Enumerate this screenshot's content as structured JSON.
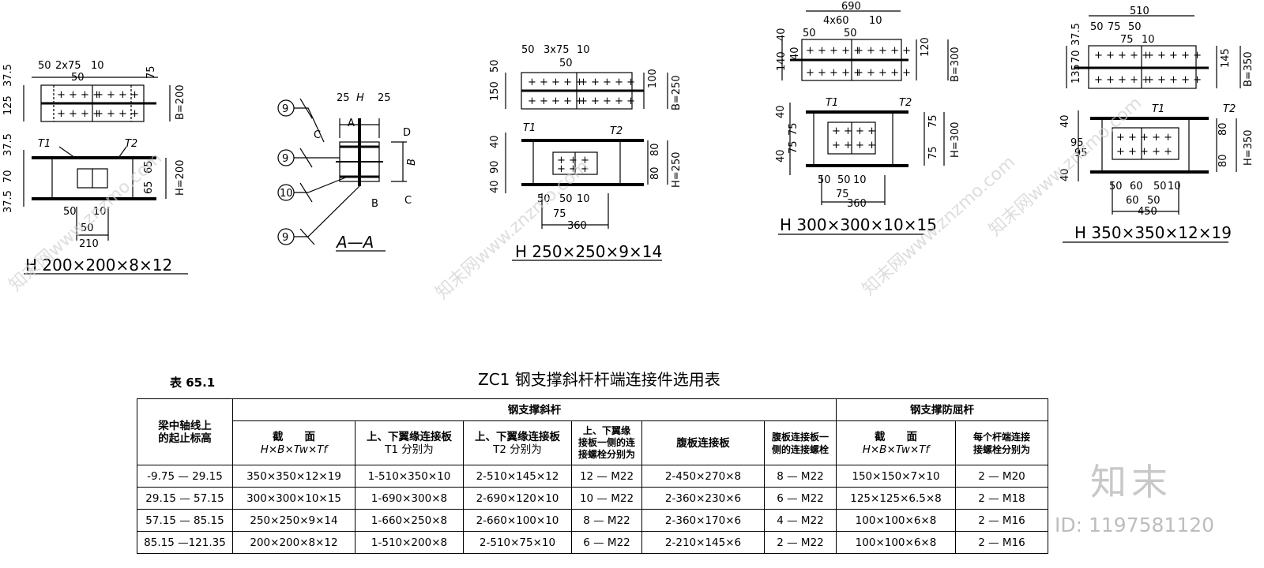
{
  "sections": [
    {
      "caption": "H 200×200×8×12",
      "top_dims": [
        "50",
        "2x75",
        "10",
        "50",
        "75",
        "37.5",
        "125"
      ],
      "top_b": "B=200",
      "bot_dims": [
        "37.5",
        "70",
        "37.5",
        "65",
        "65",
        "50",
        "10",
        "50",
        "210"
      ],
      "bot_h": "H=200",
      "t1": "T1",
      "t2": "T2"
    },
    {
      "caption": "H 250×250×9×14",
      "top_dims": [
        "50",
        "3x75",
        "10",
        "50",
        "50",
        "150",
        "100"
      ],
      "top_b": "B=250",
      "bot_dims": [
        "40",
        "90",
        "40",
        "80",
        "80",
        "50",
        "50",
        "10",
        "75",
        "360"
      ],
      "bot_h": "H=250",
      "t1": "T1",
      "t2": "T2"
    },
    {
      "caption": "H 300×300×10×15",
      "top_dims": [
        "690",
        "4x60",
        "10",
        "50",
        "50",
        "40",
        "40",
        "140",
        "120"
      ],
      "top_b": "B=300",
      "bot_dims": [
        "40",
        "75",
        "40",
        "75",
        "75",
        "75",
        "50",
        "50",
        "10",
        "75",
        "360"
      ],
      "bot_h": "H=300",
      "t1": "T1",
      "t2": "T2"
    },
    {
      "caption": "H 350×350×12×19",
      "top_dims": [
        "510",
        "50",
        "75",
        "50",
        "75",
        "10",
        "37.5",
        "135",
        "70",
        "145"
      ],
      "top_b": "B=350",
      "bot_dims": [
        "40",
        "95",
        "95",
        "40",
        "80",
        "80",
        "50",
        "60",
        "50",
        "10",
        "60",
        "50",
        "450"
      ],
      "bot_h": "H=350",
      "t1": "T1",
      "t2": "T2"
    }
  ],
  "detail": {
    "caption": "A—A",
    "callouts": [
      "9",
      "9",
      "10",
      "9"
    ],
    "dims": [
      "25",
      "H",
      "25",
      "B"
    ],
    "letters": [
      "A",
      "C",
      "D",
      "C",
      "B"
    ]
  },
  "table": {
    "label": "表 65.1",
    "title": "ZC1 钢支撑斜杆杆端连接件选用表",
    "group1": "钢支撑斜杆",
    "group2": "钢支撑防屈杆",
    "col_elev": [
      "梁中轴线上",
      "的起止标高"
    ],
    "col_sec": [
      "截　　面",
      "H×B×Tw×Tf"
    ],
    "col_t1": [
      "上、下翼缘连接板",
      "T1 分别为"
    ],
    "col_t2": [
      "上、下翼缘连接板",
      "T2 分别为"
    ],
    "col_fb": [
      "上、下翼缘",
      "接板一侧的连",
      "接螺栓分别为"
    ],
    "col_web": "腹板连接板",
    "col_wb": [
      "腹板连接板一",
      "侧的连接螺栓"
    ],
    "col_sec2": [
      "截　　面",
      "H×B×Tw×Tf"
    ],
    "col_eb": [
      "每个杆端连接",
      "接螺栓分别为"
    ],
    "rows": [
      [
        "-9.75 — 29.15",
        "350×350×12×19",
        "1-510×350×10",
        "2-510×145×12",
        "12 — M22",
        "2-450×270×8",
        "8 — M22",
        "150×150×7×10",
        "2 — M20"
      ],
      [
        "29.15 — 57.15",
        "300×300×10×15",
        "1-690×300×8",
        "2-690×120×10",
        "10 — M22",
        "2-360×230×6",
        "6 — M22",
        "125×125×6.5×8",
        "2 — M18"
      ],
      [
        "57.15 — 85.15",
        "250×250×9×14",
        "1-660×250×8",
        "2-660×100×10",
        "8 — M22",
        "2-360×170×6",
        "4 — M22",
        "100×100×6×8",
        "2 — M16"
      ],
      [
        "85.15 —121.35",
        "200×200×8×12",
        "1-510×200×8",
        "2-510×75×10",
        "6 — M22",
        "2-210×145×6",
        "2 — M22",
        "100×100×6×8",
        "2 — M16"
      ]
    ]
  },
  "watermark": {
    "logo": "知末",
    "id": "ID: 1197581120",
    "diag": [
      "知末网www.znzmo.com",
      "知末网www.znzmo.com",
      "知末网www.znzmo.com",
      "知末网www.znzmo.com"
    ]
  }
}
